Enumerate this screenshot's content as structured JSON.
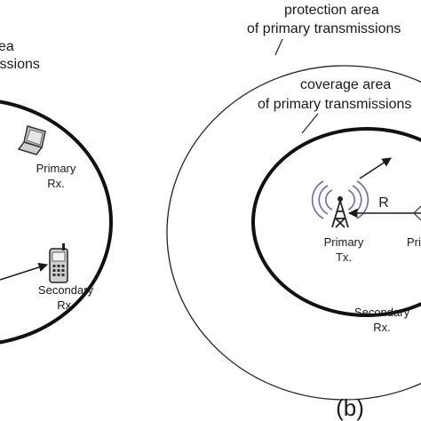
{
  "left_panel": {
    "area_label_line1": "ea",
    "area_label_line2": "issions",
    "primary_rx_line1": "Primary",
    "primary_rx_line2": "Rx.",
    "secondary_rx_line1": "Secondary",
    "secondary_rx_line2": "Rx.",
    "icons": [
      "laptop-icon",
      "mobile-phone-icon"
    ]
  },
  "right_panel": {
    "protection_label_line1": "protection area",
    "protection_label_line2": "of primary transmissions",
    "coverage_label_line1": "coverage area",
    "coverage_label_line2": "of primary transmissions",
    "radius_label": "R",
    "primary_tx_line1": "Primary",
    "primary_tx_line2": "Tx.",
    "primary_rx_partial": "Pri",
    "secondary_rx_line1": "Secondary",
    "secondary_rx_line2": "Rx.",
    "panel_label": "(b)",
    "icons": [
      "radio-tower-icon"
    ]
  }
}
